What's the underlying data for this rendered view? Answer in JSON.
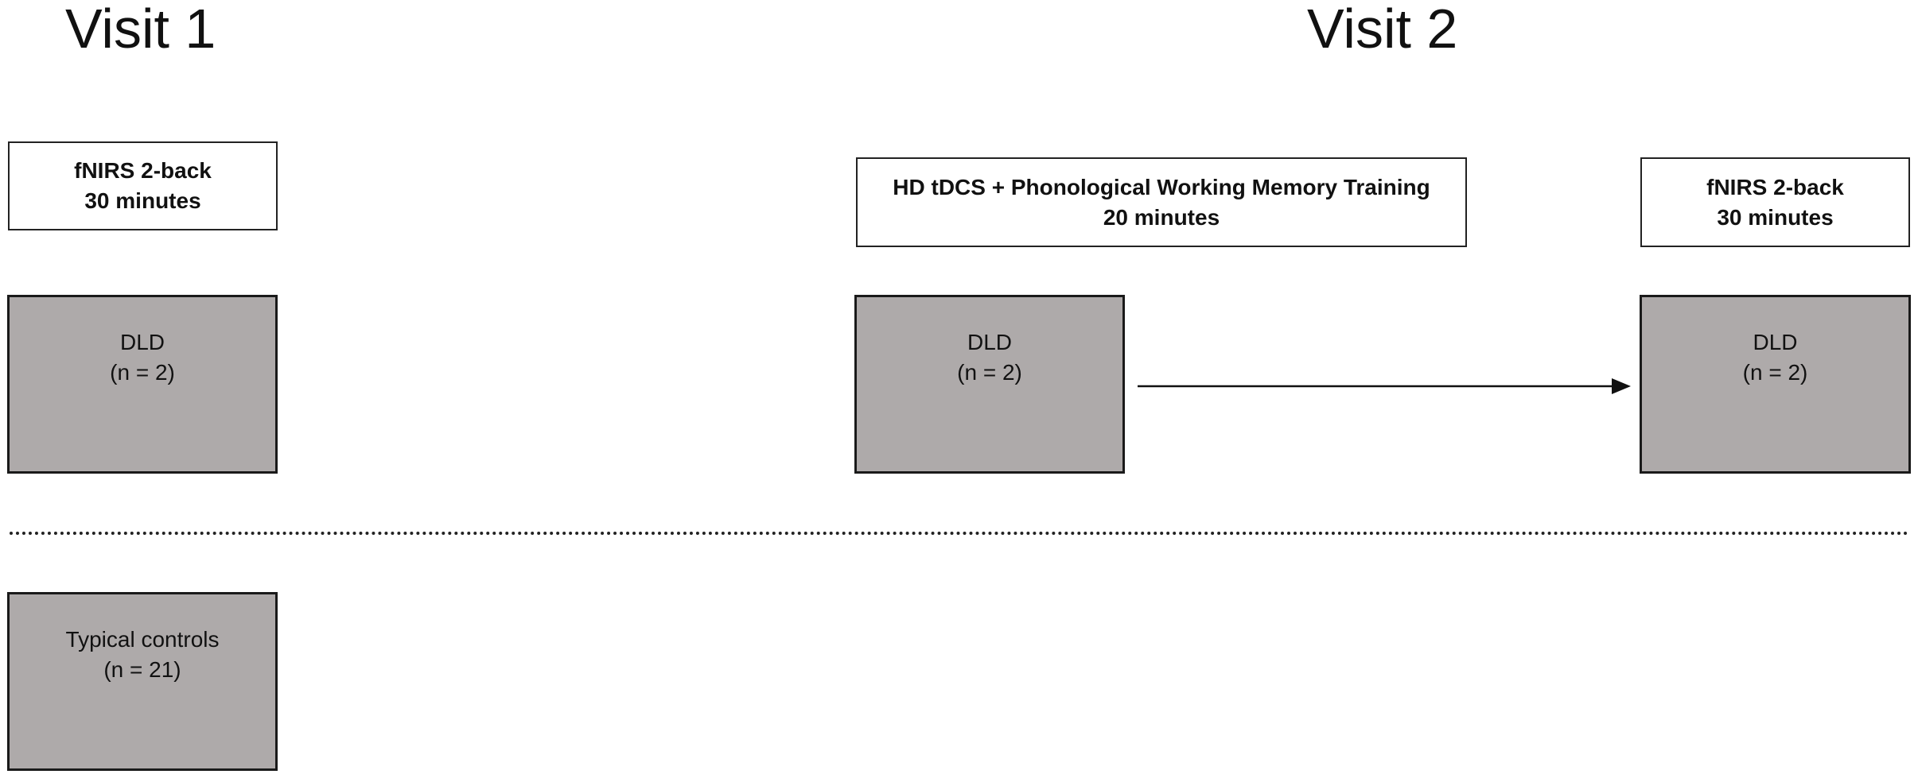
{
  "headings": {
    "visit1": "Visit 1",
    "visit2": "Visit 2"
  },
  "visit1": {
    "task": {
      "line1": "fNIRS 2-back",
      "line2": "30 minutes"
    },
    "dld": {
      "line1": "DLD",
      "line2": "(n = 2)"
    },
    "controls": {
      "line1": "Typical controls",
      "line2": "(n = 21)"
    }
  },
  "visit2": {
    "intervention": {
      "line1": "HD tDCS + Phonological Working Memory Training",
      "line2": "20 minutes"
    },
    "post_task": {
      "line1": "fNIRS 2-back",
      "line2": "30 minutes"
    },
    "dld_pre": {
      "line1": "DLD",
      "line2": "(n = 2)"
    },
    "dld_post": {
      "line1": "DLD",
      "line2": "(n = 2)"
    }
  },
  "colors": {
    "group_fill": "#aeaaaa",
    "border": "#1a1a1a",
    "background": "#ffffff"
  }
}
